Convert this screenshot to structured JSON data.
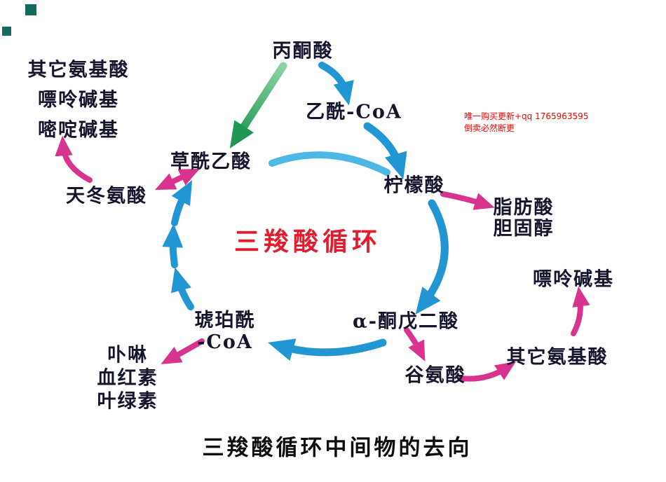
{
  "diagram": {
    "caption": "三羧酸循环中间物的去向",
    "cycle_label": "三羧酸循环"
  },
  "nodes": {
    "pyruvate": "丙酮酸",
    "acetyl_coa": "乙酰-CoA",
    "oxaloacetate": "草酰乙酸",
    "citrate": "柠檬酸",
    "aspartate": "天冬氨酸",
    "alpha_ketoglutarate": "α-酮戊二酸",
    "succinyl_coa": {
      "line1": "琥珀酰",
      "line2": "-CoA"
    },
    "glutamate": "谷氨酸"
  },
  "products": {
    "upper_left": {
      "line1": "其它氨基酸",
      "line2": "嘌呤碱基",
      "line3": "嘧啶碱基"
    },
    "citrate_branch": {
      "line1": "脂肪酸",
      "line2": "胆固醇"
    },
    "right_purine": "嘌呤碱基",
    "right_amino": "其它氨基酸",
    "succinyl_branch": {
      "line1": "卟啉",
      "line2": "血红素",
      "line3": "叶绿素"
    }
  },
  "watermark": {
    "line1": "唯一购买更新+qq 1765963595",
    "line2": "倒卖必然断更"
  },
  "edges": [
    {
      "from": "丙酮酸",
      "to": "草酰乙酸",
      "color": "green"
    },
    {
      "from": "丙酮酸",
      "to": "乙酰-CoA",
      "color": "blue"
    },
    {
      "from": "乙酰-CoA",
      "to": "柠檬酸",
      "color": "blue"
    },
    {
      "from": "草酰乙酸",
      "to": "柠檬酸",
      "color": "blue",
      "part_of_cycle": true
    },
    {
      "from": "柠檬酸",
      "to": "α-酮戊二酸",
      "color": "blue",
      "part_of_cycle": true
    },
    {
      "from": "α-酮戊二酸",
      "to": "琥珀酰-CoA",
      "color": "blue",
      "part_of_cycle": true
    },
    {
      "from": "琥珀酰-CoA",
      "to": "草酰乙酸",
      "color": "blue",
      "part_of_cycle": true
    },
    {
      "from": "草酰乙酸",
      "to": "天冬氨酸",
      "color": "pink",
      "bidirectional": true
    },
    {
      "from": "天冬氨酸",
      "to": "其它氨基酸/嘌呤碱基/嘧啶碱基",
      "color": "pink"
    },
    {
      "from": "柠檬酸",
      "to": "脂肪酸/胆固醇",
      "color": "pink"
    },
    {
      "from": "α-酮戊二酸",
      "to": "谷氨酸",
      "color": "pink"
    },
    {
      "from": "谷氨酸",
      "to": "其它氨基酸",
      "color": "pink"
    },
    {
      "from": "其它氨基酸",
      "to": "嘌呤碱基",
      "color": "pink"
    },
    {
      "from": "琥珀酰-CoA",
      "to": "卟啉/血红素/叶绿素",
      "color": "pink"
    }
  ],
  "colors": {
    "arrow_blue": "#2196d3",
    "arrow_blue_light": "#4db8e6",
    "arrow_pink": "#d8338f",
    "arrow_green": "#1f9653",
    "cycle_red": "#e31c2d",
    "text_dark": "#15152e",
    "caption_black": "#0d0d0d",
    "watermark_red": "#ff0000",
    "corner_square": "#156a5e",
    "background": "#ffffff"
  }
}
